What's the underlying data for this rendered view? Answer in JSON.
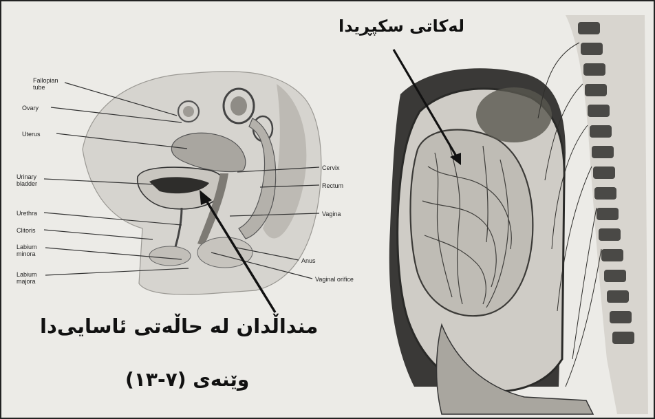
{
  "captions": {
    "top_right": "لەکاتی سکپڕیدا",
    "middle": "منداڵدان لە حاڵەتی ئاسایی‌دا",
    "figure_number": "وێنەی (٧-١٣)"
  },
  "anatomy_labels": {
    "fallopian_tube": "Fallopian tube",
    "ovary": "Ovary",
    "uterus": "Uterus",
    "urinary_bladder": "Urinary bladder",
    "urethra": "Urethra",
    "clitoris": "Clitoris",
    "labium_minora": "Labium minora",
    "labium_majora": "Labium majora",
    "cervix": "Cervix",
    "rectum": "Rectum",
    "vagina": "Vagina",
    "anus": "Anus",
    "vaginal_orifice": "Vaginal orifice"
  }
}
